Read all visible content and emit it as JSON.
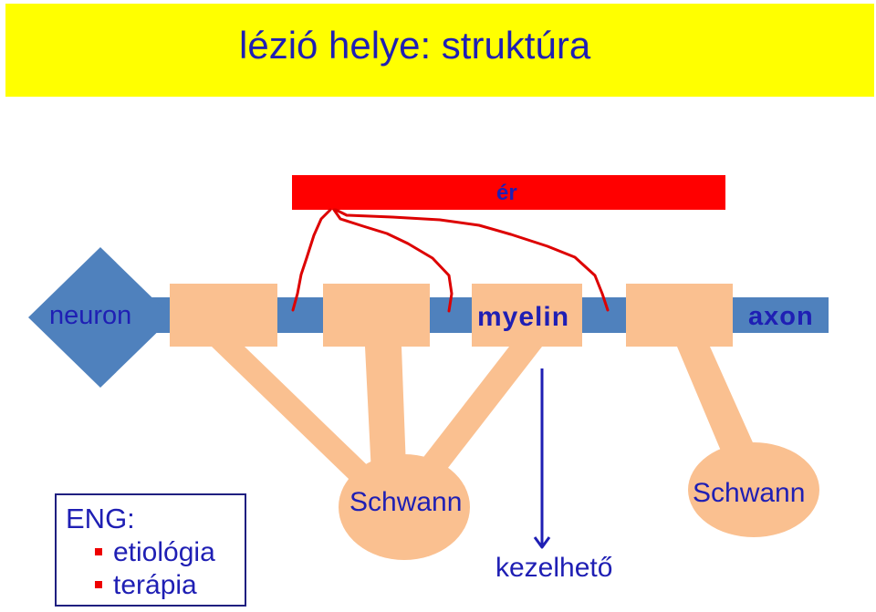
{
  "title": "lézió helye: struktúra",
  "labels": {
    "vessel": "ér",
    "neuron": "neuron",
    "myelin": "myelin",
    "axon": "axon",
    "schwann_left": "Schwann",
    "schwann_right": "Schwann",
    "treatable": "kezelhető"
  },
  "eng_box": {
    "heading": "ENG:",
    "items": [
      "etiológia",
      "terápia"
    ]
  },
  "colors": {
    "title_background": "#ffff00",
    "text": "#1f1fb4",
    "vessel": "#ff0000",
    "axon": "#4f81bd",
    "neuron": "#4f81bd",
    "myelin": "#fac090",
    "bullet": "#ee0000"
  }
}
